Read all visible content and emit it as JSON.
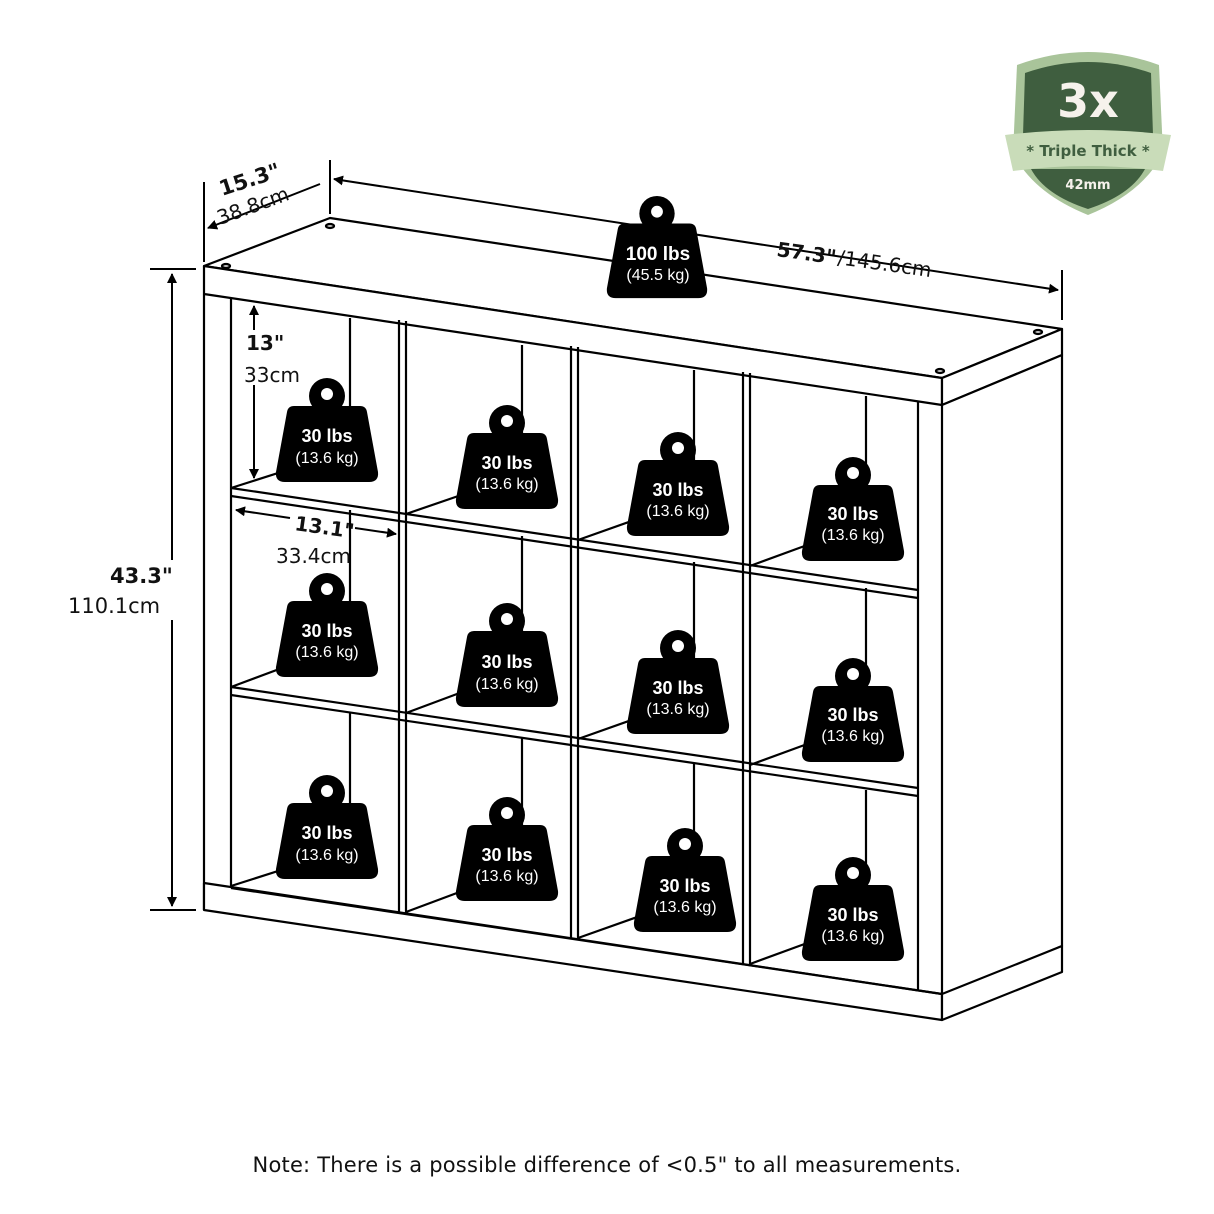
{
  "badge": {
    "multiplier": "3x",
    "label": "Triple Thick",
    "thickness": "42mm",
    "colors": {
      "dark_green": "#3f5e3f",
      "light_green": "#a9c49a",
      "text": "#f6f2ec"
    }
  },
  "dimensions": {
    "depth": {
      "imperial": "15.3\"",
      "metric": "38.8cm"
    },
    "width": {
      "imperial": "57.3\"",
      "metric": "/145.6cm"
    },
    "height": {
      "imperial": "43.3\"",
      "metric": "110.1cm"
    },
    "cube_height": {
      "imperial": "13\"",
      "metric": "33cm"
    },
    "cube_width": {
      "imperial": "13.1\"",
      "metric": "33.4cm"
    }
  },
  "top_weight": {
    "lbs": "100 lbs",
    "kg": "(45.5 kg)"
  },
  "cube_weights": [
    {
      "lbs": "30 lbs",
      "kg": "(13.6 kg)"
    },
    {
      "lbs": "30 lbs",
      "kg": "(13.6 kg)"
    },
    {
      "lbs": "30 lbs",
      "kg": "(13.6 kg)"
    },
    {
      "lbs": "30 lbs",
      "kg": "(13.6 kg)"
    },
    {
      "lbs": "30 lbs",
      "kg": "(13.6 kg)"
    },
    {
      "lbs": "30 lbs",
      "kg": "(13.6 kg)"
    },
    {
      "lbs": "30 lbs",
      "kg": "(13.6 kg)"
    },
    {
      "lbs": "30 lbs",
      "kg": "(13.6 kg)"
    },
    {
      "lbs": "30 lbs",
      "kg": "(13.6 kg)"
    },
    {
      "lbs": "30 lbs",
      "kg": "(13.6 kg)"
    },
    {
      "lbs": "30 lbs",
      "kg": "(13.6 kg)"
    },
    {
      "lbs": "30 lbs",
      "kg": "(13.6 kg)"
    }
  ],
  "note": "Note: There is a possible difference of <0.5\" to all measurements."
}
